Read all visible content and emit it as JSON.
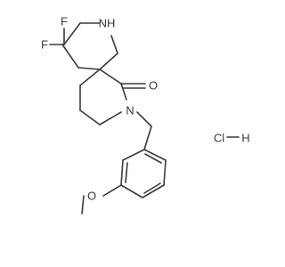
{
  "molecule": {
    "labels": {
      "f_top": "F",
      "f_left": "F",
      "nh_amine": "NH",
      "o_carbonyl": "O",
      "n_amide": "N",
      "o_methoxy": "O"
    },
    "salt": {
      "cl": "Cl",
      "h": "H"
    }
  },
  "colors": {
    "bond": "#3a3a3a",
    "background": "#ffffff"
  }
}
